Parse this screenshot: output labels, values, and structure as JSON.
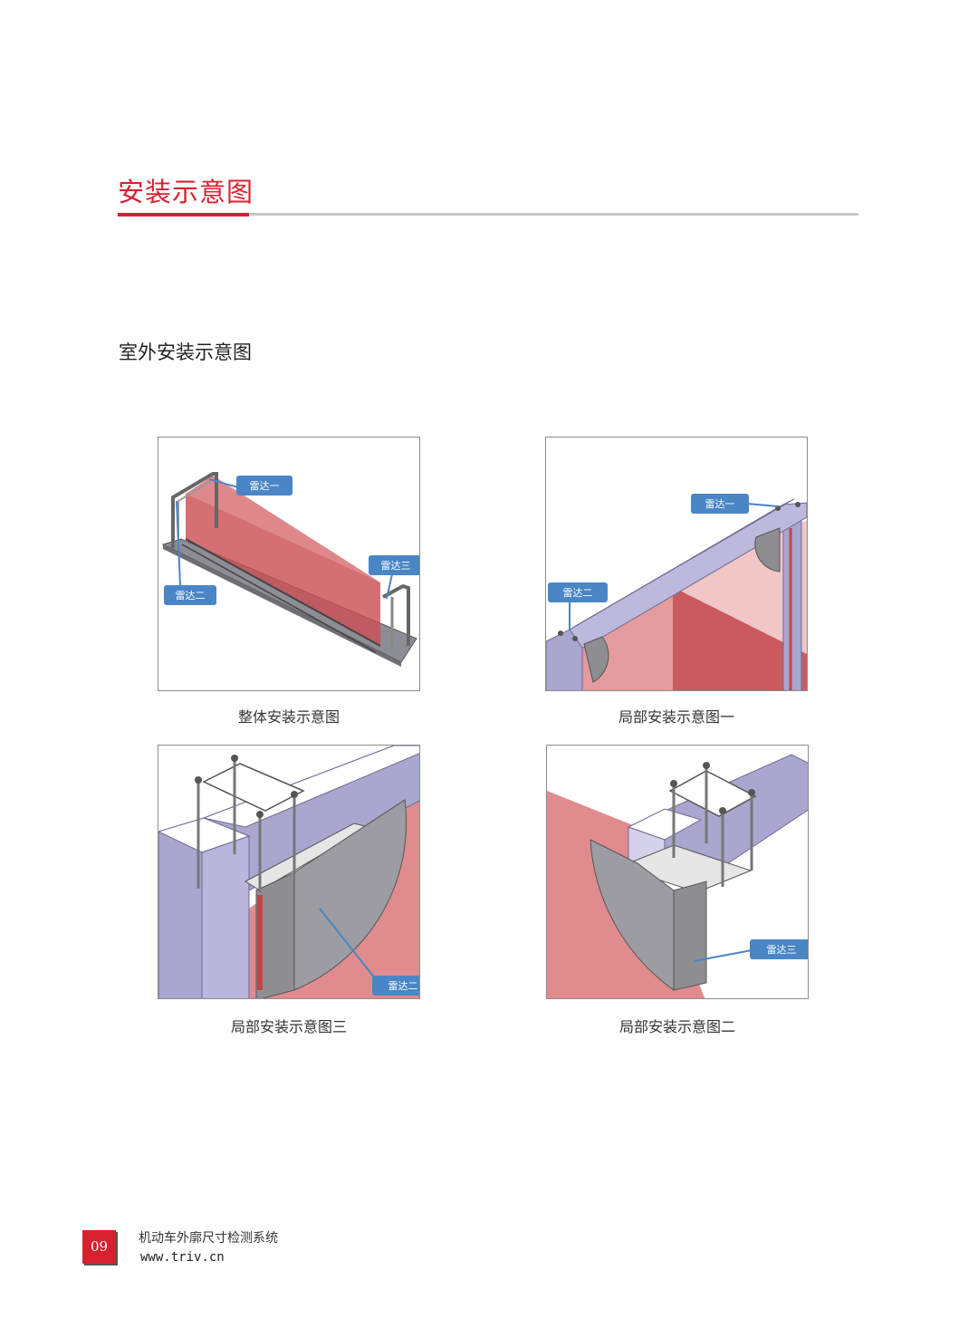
{
  "page": {
    "title": "安装示意图",
    "section_heading": "室外安装示意图"
  },
  "figures": [
    {
      "caption": "整体安装示意图",
      "callouts": [
        "雷达一",
        "雷达二",
        "雷达三"
      ]
    },
    {
      "caption": "局部安装示意图一",
      "callouts": [
        "雷达一",
        "雷达二"
      ]
    },
    {
      "caption": "局部安装示意图三",
      "callouts": [
        "雷达二"
      ]
    },
    {
      "caption": "局部安装示意图二",
      "callouts": [
        "雷达三"
      ]
    }
  ],
  "footer": {
    "page_number": "09",
    "product_name": "机动车外廓尺寸检测系统",
    "website": "www.triv.cn"
  },
  "colors": {
    "accent_red": "#d7212f",
    "callout_blue": "#4a86c5",
    "radar_beam": "#d35a5e",
    "structure_lavender": "#a9a6d0"
  }
}
